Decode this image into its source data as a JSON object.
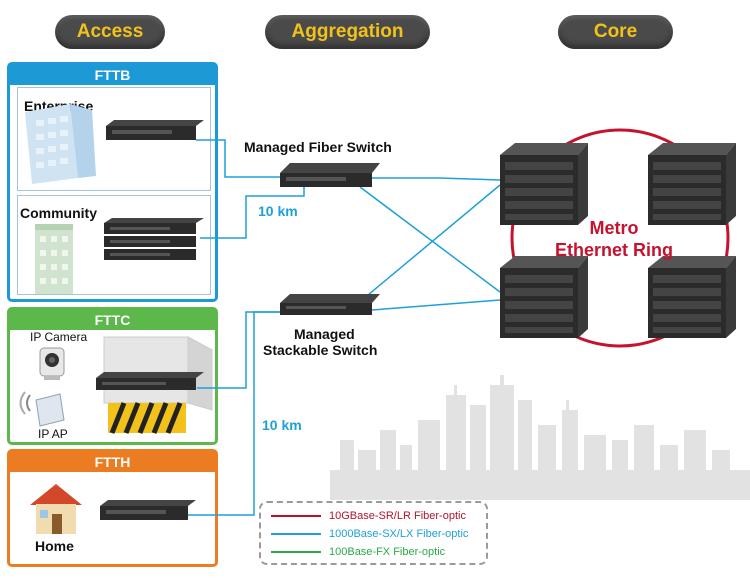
{
  "tiers": {
    "access": "Access",
    "aggregation": "Aggregation",
    "core": "Core"
  },
  "zones": {
    "fttb": {
      "title": "FTTB",
      "enterprise": "Enterprise",
      "community": "Community"
    },
    "fttc": {
      "title": "FTTC",
      "ip_camera": "IP Camera",
      "ip_ap": "IP AP"
    },
    "ftth": {
      "title": "FTTH",
      "home": "Home"
    }
  },
  "devices": {
    "managed_fiber_switch": "Managed Fiber Switch",
    "managed_stackable_switch_line1": "Managed",
    "managed_stackable_switch_line2": "Stackable Switch"
  },
  "distances": {
    "top": "10 km",
    "bottom": "10 km"
  },
  "ring": {
    "line1": "Metro",
    "line2": "Ethernet Ring"
  },
  "legend": [
    {
      "label": "10GBase-SR/LR Fiber-optic",
      "color": "#b3132c"
    },
    {
      "label": "1000Base-SX/LX Fiber-optic",
      "color": "#1fa0d8"
    },
    {
      "label": "100Base-FX Fiber-optic",
      "color": "#2aa84a"
    }
  ],
  "colors": {
    "fttb": "#1c9ad6",
    "fttc": "#5cb84a",
    "ftth": "#ec7c22",
    "fiber_1g": "#1fa0d8",
    "ring": "#c4122f"
  }
}
